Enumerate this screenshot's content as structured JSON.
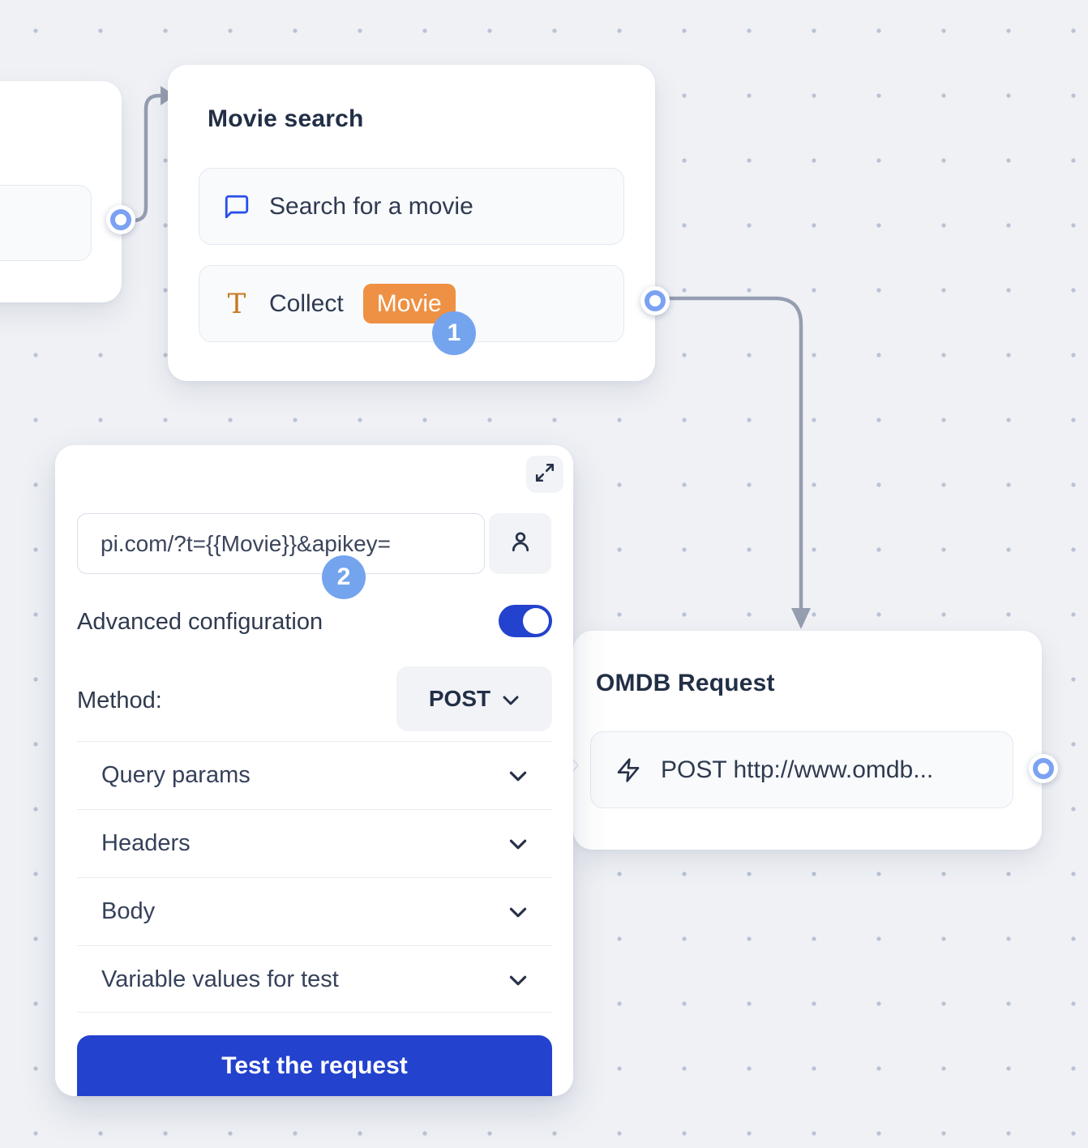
{
  "canvas": {
    "background": "#eff1f5",
    "dot_color": "#b9c3d4",
    "connector_color": "#959db0",
    "port_ring_color": "#7ba2f2"
  },
  "nodes": {
    "movie_search": {
      "title": "Movie search",
      "rows": [
        {
          "icon": "chat-bubble-icon",
          "label": "Search for a movie"
        },
        {
          "icon": "text-type-icon",
          "icon_glyph": "T",
          "label": "Collect",
          "variable_chip": "Movie",
          "chip_color": "#ee9144"
        }
      ],
      "step_badge": "1"
    },
    "omdb_request": {
      "title": "OMDB Request",
      "row": {
        "icon": "lightning-icon",
        "label": "POST http://www.omdb..."
      }
    }
  },
  "panel": {
    "url_value": "pi.com/?t={{Movie}}&apikey=",
    "step_badge": "2",
    "advanced_label": "Advanced configuration",
    "advanced_on": true,
    "method_label": "Method:",
    "method_value": "POST",
    "sections": [
      {
        "label": "Query params"
      },
      {
        "label": "Headers"
      },
      {
        "label": "Body"
      },
      {
        "label": "Variable values for test"
      }
    ],
    "test_button_label": "Test the request",
    "accent_blue": "#2342cd",
    "badge_blue": "#74a4ee"
  }
}
